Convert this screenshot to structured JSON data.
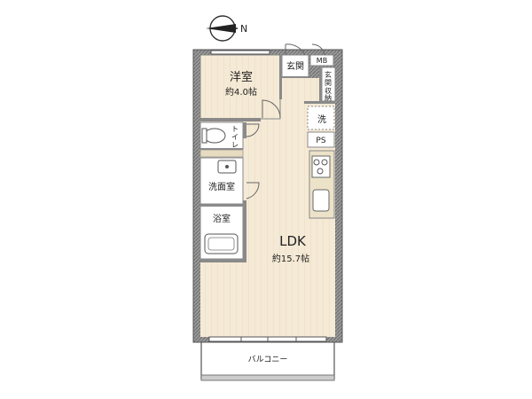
{
  "compass": {
    "north_label": "N"
  },
  "rooms": {
    "western_room": {
      "name": "洋室",
      "area": "約4.0帖"
    },
    "entrance": {
      "name": "玄関"
    },
    "meter_box": {
      "name": "MB"
    },
    "entrance_storage": {
      "name": [
        "玄",
        "関",
        "収",
        "納"
      ]
    },
    "washer_space": {
      "name": "洗"
    },
    "pipe_space": {
      "name": "PS"
    },
    "toilet": {
      "name": [
        "ト",
        "イ",
        "レ"
      ]
    },
    "washroom": {
      "name": "洗面室"
    },
    "bathroom": {
      "name": "浴室"
    },
    "ldk": {
      "name": "LDK",
      "area": "約15.7帖"
    },
    "balcony": {
      "name": "バルコニー"
    }
  },
  "colors": {
    "wall": "#7a7a7a",
    "wall_dark": "#555555",
    "floor_wood": "#f5ead6",
    "floor_white": "#ffffff",
    "counter": "#e8dcc0",
    "line": "#666666"
  }
}
